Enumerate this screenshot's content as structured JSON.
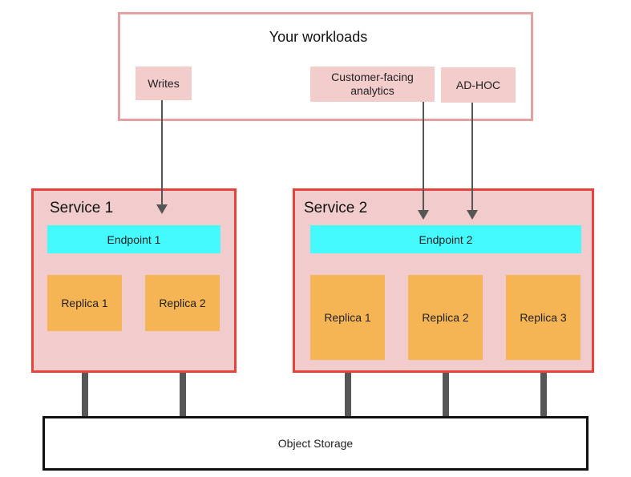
{
  "workloads": {
    "title": "Your workloads",
    "writes": "Writes",
    "analytics": "Customer-facing\nanalytics",
    "adhoc": "AD-HOC"
  },
  "service1": {
    "title": "Service 1",
    "endpoint": "Endpoint 1",
    "replicas": [
      "Replica 1",
      "Replica 2"
    ]
  },
  "service2": {
    "title": "Service 2",
    "endpoint": "Endpoint 2",
    "replicas": [
      "Replica 1",
      "Replica 2",
      "Replica 3"
    ]
  },
  "storage": {
    "label": "Object Storage"
  },
  "colors": {
    "workload_border": "#e3a1a1",
    "chip_fill": "#f3cccc",
    "service_border": "#e8423a",
    "service_fill": "#f2cccc",
    "endpoint_fill": "#45fafd",
    "replica_fill": "#f6b554",
    "connector": "#575757"
  }
}
